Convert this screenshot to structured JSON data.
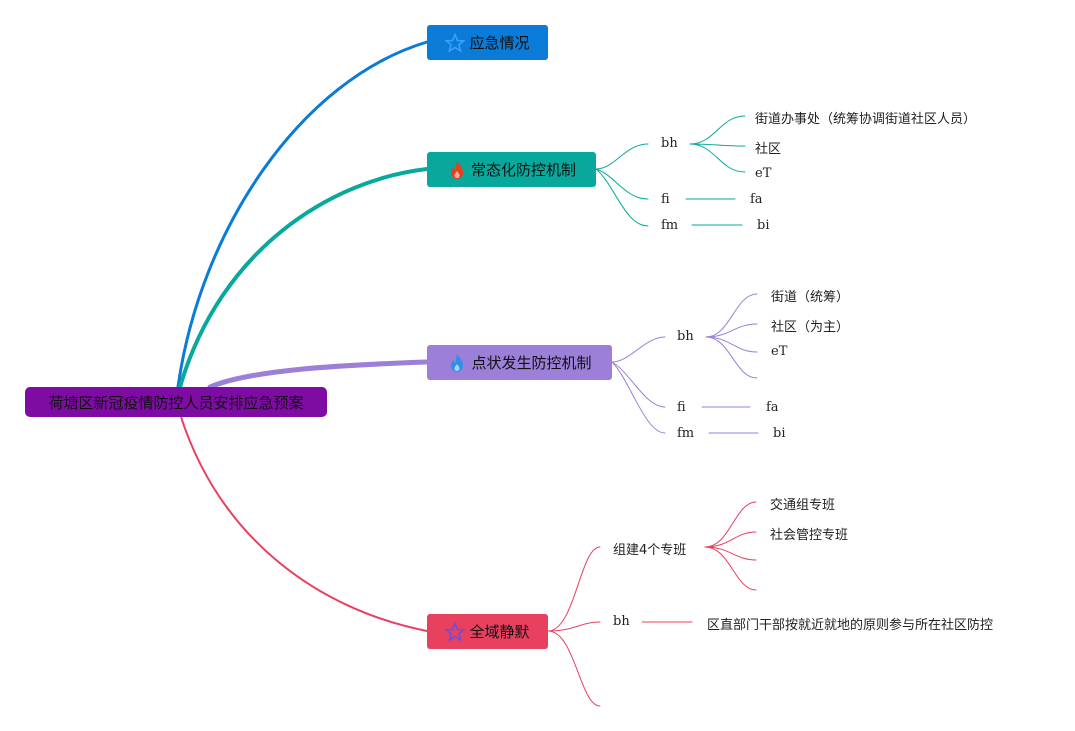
{
  "root": {
    "label": "荷塘区新冠疫情防控人员安排应急预案",
    "color": "#7e0ba4"
  },
  "branches": [
    {
      "label": "应急情况",
      "color": "#0a7bd6",
      "icon": "star-icon",
      "groups": []
    },
    {
      "label": "常态化防控机制",
      "color": "#08a99c",
      "icon": "flame-icon",
      "groups": [
        {
          "label": "bh",
          "children": [
            "街道办事处（统筹协调街道社区人员）",
            "社区",
            "eT"
          ]
        },
        {
          "label": "fi",
          "children": [
            "fa"
          ]
        },
        {
          "label": "fm",
          "children": [
            "bi"
          ]
        }
      ]
    },
    {
      "label": "点状发生防控机制",
      "color": "#9b7fd8",
      "icon": "flame-icon",
      "groups": [
        {
          "label": "bh",
          "children": [
            "街道（统筹）",
            "社区（为主）",
            "eT",
            ""
          ]
        },
        {
          "label": "fi",
          "children": [
            "fa"
          ]
        },
        {
          "label": "fm",
          "children": [
            "bi"
          ]
        }
      ]
    },
    {
      "label": "全域静默",
      "color": "#e8405f",
      "icon": "star-icon",
      "groups": [
        {
          "label": "组建4个专班",
          "children": [
            "交通组专班",
            "社会管控专班",
            "",
            ""
          ]
        },
        {
          "label": "bh",
          "children": [
            "区直部门干部按就近就地的原则参与所在社区防控"
          ]
        },
        {
          "label": "",
          "children": []
        }
      ]
    }
  ]
}
